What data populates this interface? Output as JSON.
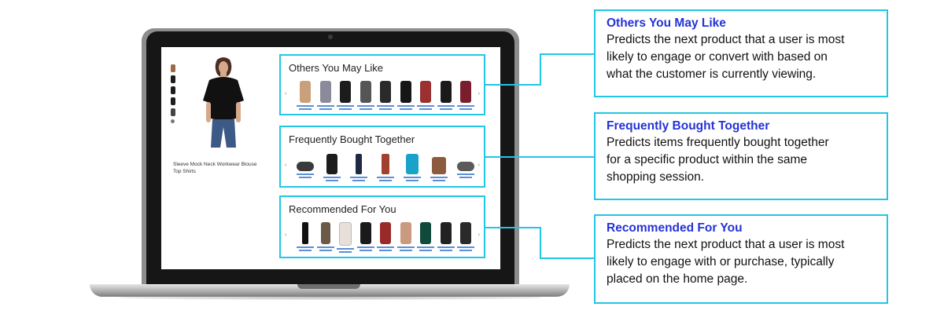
{
  "product": {
    "name_line1": "Sleeve Mock Neck Workwear Blouse",
    "name_line2": "Top Shirts"
  },
  "widgets": [
    {
      "title": "Others You May Like"
    },
    {
      "title": "Frequently Bought Together"
    },
    {
      "title": "Recommended For You"
    }
  ],
  "callouts": [
    {
      "title": "Others You May Like",
      "lines": [
        "Predicts the next product that a user is most",
        "likely to engage or convert with based on",
        "what the customer is currently viewing."
      ]
    },
    {
      "title": "Frequently Bought Together",
      "lines": [
        "Predicts items frequently bought together",
        "for a specific product within the same",
        "shopping session."
      ]
    },
    {
      "title": "Recommended For You",
      "lines": [
        "Predicts the next product that a user is most",
        "likely to engage with or purchase, typically",
        "placed on the home page."
      ]
    }
  ],
  "colors": {
    "accent": "#22c6e6",
    "title_blue": "#2433d6"
  },
  "icons": {
    "prev": "chevron-left-icon",
    "next": "chevron-right-icon"
  }
}
